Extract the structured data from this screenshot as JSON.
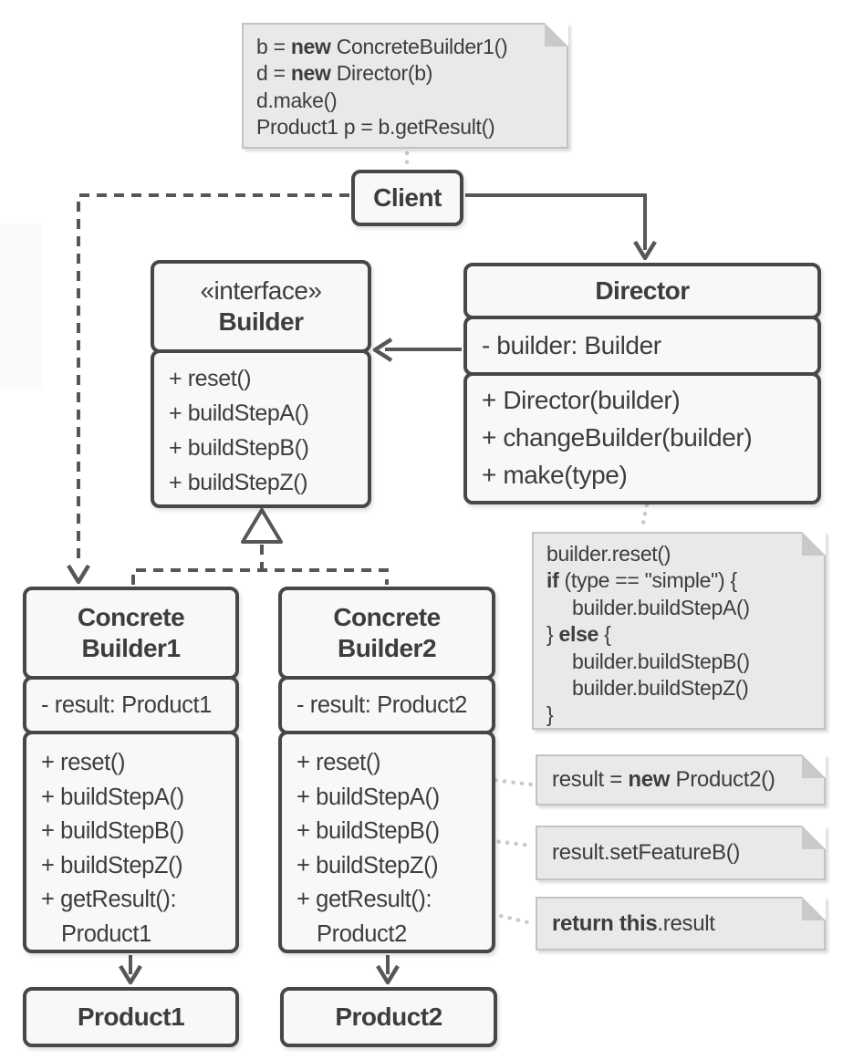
{
  "colors": {
    "background": "#ffffff",
    "box_fill": "#f8f8f8",
    "box_border": "#474747",
    "text": "#3d3d3d",
    "note_fill": "#e9e9e9",
    "note_border": "#c3c3c3",
    "connector_dark": "#575757",
    "connector_light": "#c9c9c9"
  },
  "classes": {
    "client": {
      "title": "Client"
    },
    "director": {
      "title": "Director",
      "attributes": [
        "- builder: Builder"
      ],
      "methods": [
        "+ Director(builder)",
        "+ changeBuilder(builder)",
        "+ make(type)"
      ]
    },
    "builder": {
      "stereotype": "«interface»",
      "title": "Builder",
      "methods": [
        "+ reset()",
        "+ buildStepA()",
        "+ buildStepB()",
        "+ buildStepZ()"
      ]
    },
    "concrete_builder1": {
      "title_line1": "Concrete",
      "title_line2": "Builder1",
      "attributes": [
        "- result: Product1"
      ],
      "methods": [
        "+ reset()",
        "+ buildStepA()",
        "+ buildStepB()",
        "+ buildStepZ()",
        "+ getResult():"
      ],
      "method_continuation": "Product1"
    },
    "concrete_builder2": {
      "title_line1": "Concrete",
      "title_line2": "Builder2",
      "attributes": [
        "- result: Product2"
      ],
      "methods": [
        "+ reset()",
        "+ buildStepA()",
        "+ buildStepB()",
        "+ buildStepZ()",
        "+ getResult():"
      ],
      "method_continuation": "Product2"
    },
    "product1": {
      "title": "Product1"
    },
    "product2": {
      "title": "Product2"
    }
  },
  "notes": {
    "client_code": {
      "l1_pre": "b = ",
      "l1_bold": "new",
      "l1_post": " ConcreteBuilder1()",
      "l2_pre": "d = ",
      "l2_bold": "new",
      "l2_post": " Director(b)",
      "l3": "d.make()",
      "l4": "Product1 p = b.getResult()"
    },
    "make_body": {
      "l1": "builder.reset()",
      "l2_bold": "if",
      "l2_post": " (type == \"simple\") {",
      "l3": "builder.buildStepA()",
      "l4_pre": "} ",
      "l4_bold": "else",
      "l4_post": " {",
      "l5": "builder.buildStepB()",
      "l6": "builder.buildStepZ()",
      "l7": "}"
    },
    "reset_note": {
      "pre": "result = ",
      "bold": "new",
      "post": " Product2()"
    },
    "feature_note": {
      "text": "result.setFeatureB()"
    },
    "return_note": {
      "bold": "return this",
      "post": ".result"
    }
  }
}
